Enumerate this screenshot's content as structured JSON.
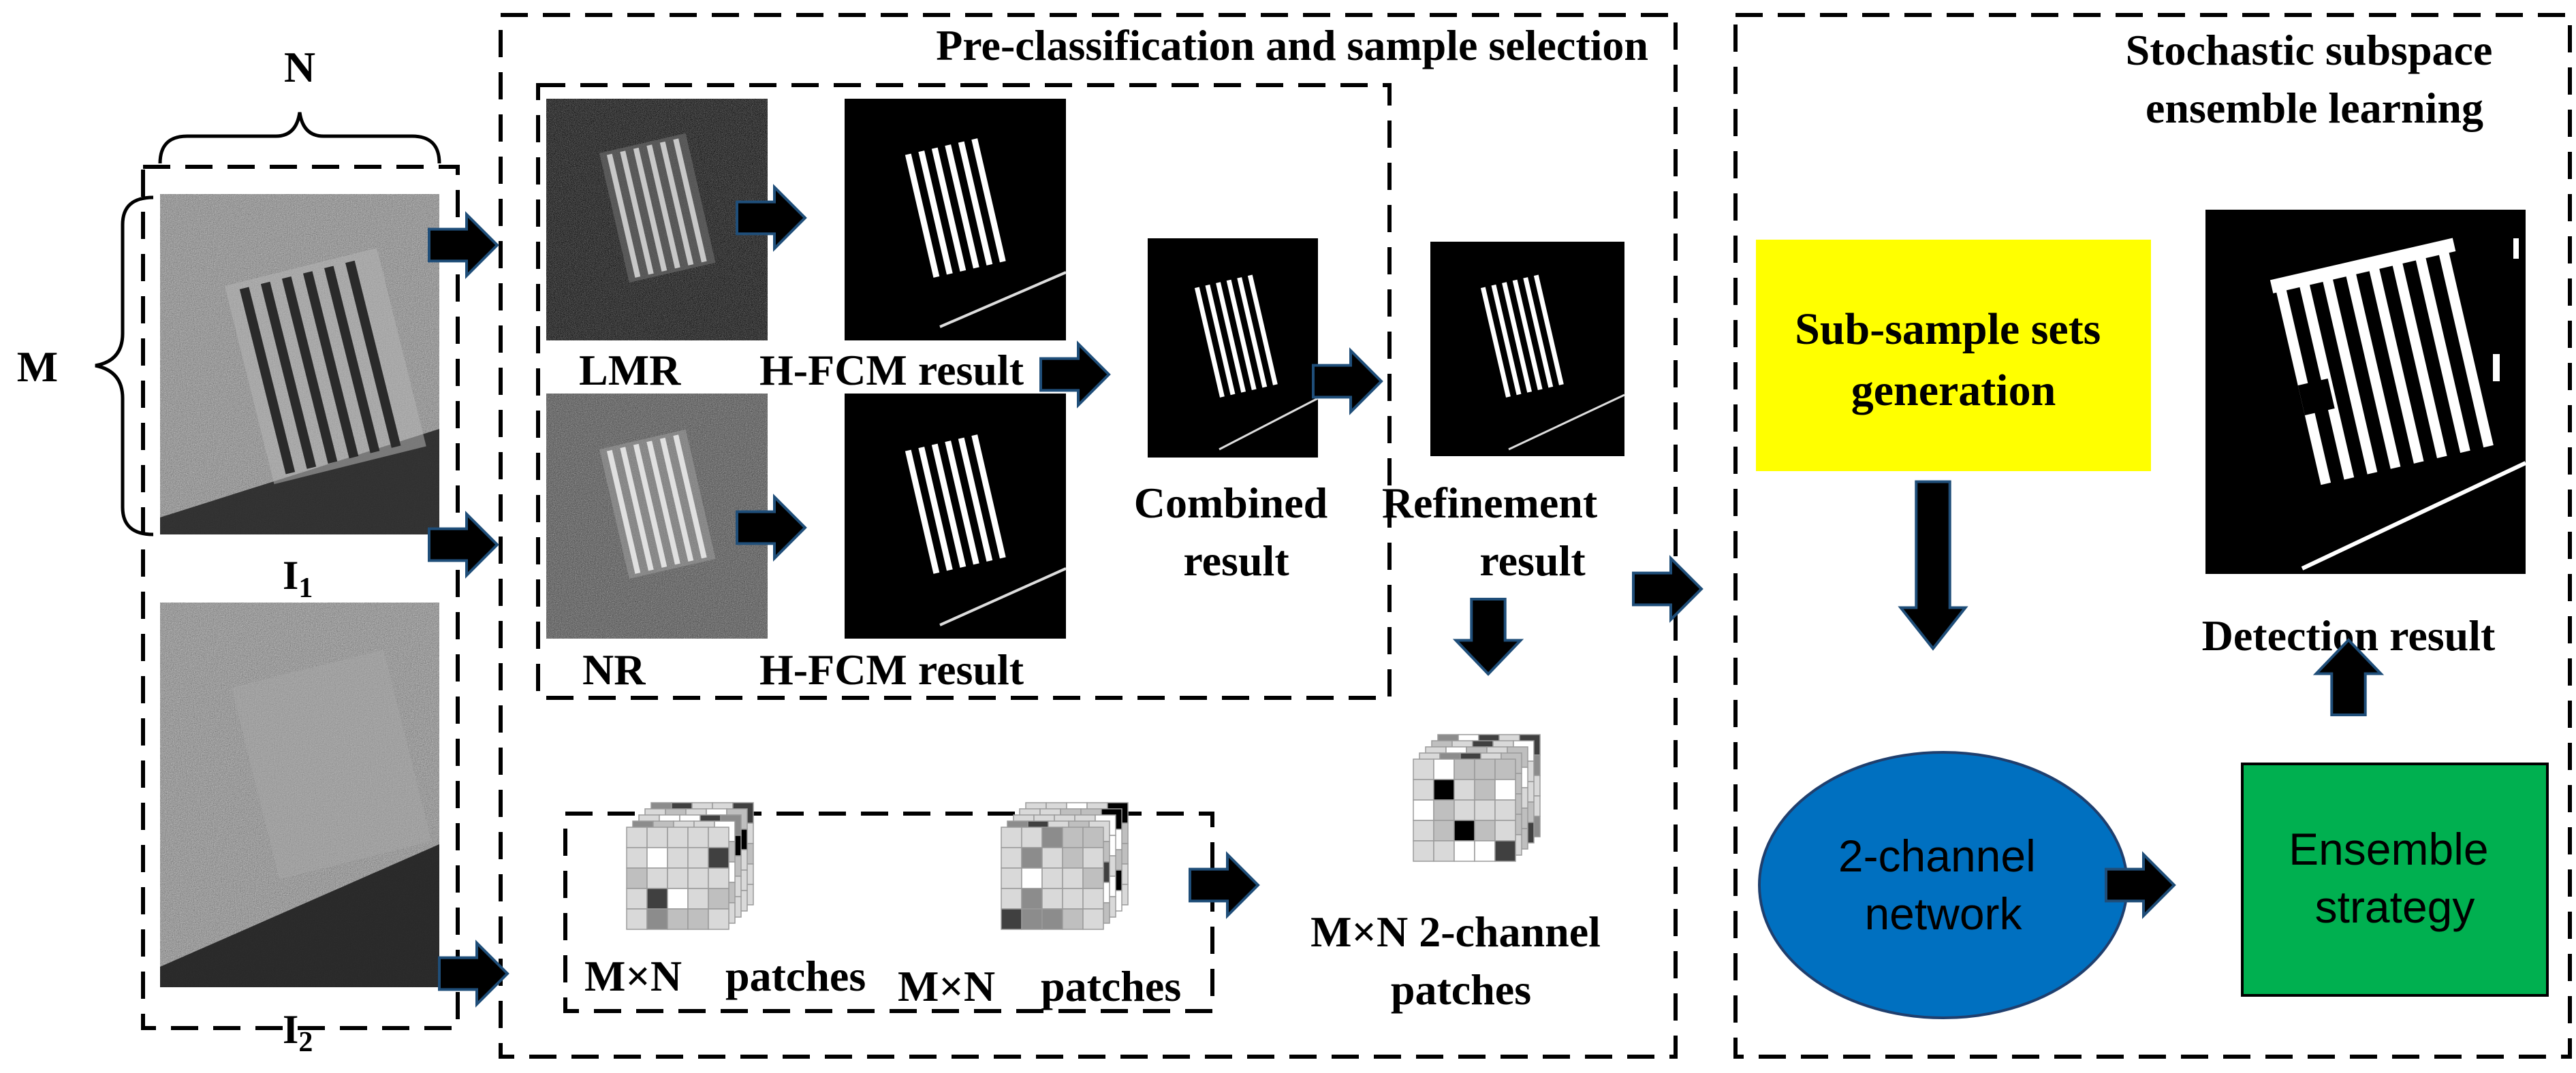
{
  "inputs": {
    "dim_n": "N",
    "dim_m": "M",
    "image1_label_main": "I",
    "image1_label_sub": "1",
    "image2_label_main": "I",
    "image2_label_sub": "2"
  },
  "preclass": {
    "title": "Pre-classification and sample selection",
    "lmr_label": "LMR",
    "nr_label": "NR",
    "hfcm_label_top": "H-FCM result",
    "hfcm_label_bottom": "H-FCM result",
    "combined_label": [
      "Combined",
      "result"
    ],
    "refinement_label": [
      "Refinement",
      "result"
    ],
    "patches_left_label": [
      "M×N",
      "patches"
    ],
    "patches_right_label": [
      "M×N",
      "patches"
    ],
    "two_channel_label": [
      "M×N  2-channel",
      "patches"
    ]
  },
  "ensemble": {
    "title": [
      "Stochastic subspace",
      "ensemble learning"
    ],
    "subsample_label": [
      "Sub-sample sets",
      "generation"
    ],
    "network_label": [
      "2-channel",
      "network"
    ],
    "strategy_label": [
      "Ensemble",
      "strategy"
    ],
    "detection_label": "Detection result"
  },
  "colors": {
    "subsample_fill": "#ffff00",
    "network_fill": "#0070c0",
    "strategy_fill": "#00b050",
    "arrow_fill": "#000000",
    "arrow_outline": "#1f4e79"
  }
}
